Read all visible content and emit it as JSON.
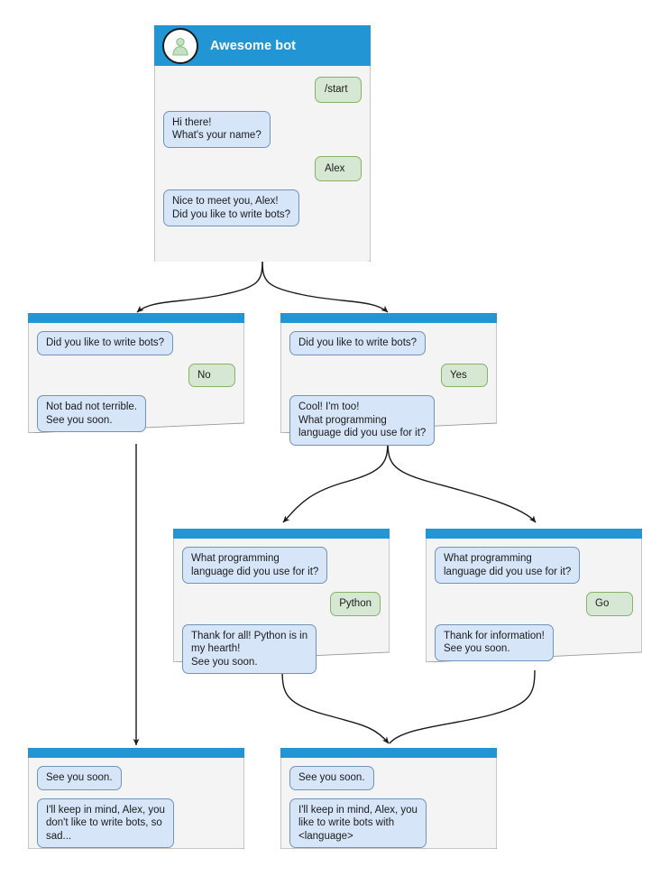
{
  "diagram": {
    "title": "Awesome bot chatbot conversation flow",
    "colors": {
      "header_blue": "#2296d5",
      "bot_bubble_bg": "#d6e5f8",
      "bot_bubble_border": "#7093b8",
      "user_bubble_bg": "#d6e8d4",
      "user_bubble_border": "#84b366",
      "card_bg": "#f4f4f4",
      "card_border": "#999999",
      "edge": "#1a1a1a"
    }
  },
  "nodes": {
    "root": {
      "header_title": "Awesome bot",
      "avatar_icon": "person-avatar-icon",
      "messages": [
        {
          "side": "user",
          "text": "/start"
        },
        {
          "side": "bot",
          "text": "Hi there!\nWhat's your name?"
        },
        {
          "side": "user",
          "text": "Alex"
        },
        {
          "side": "bot",
          "text": "Nice to meet you, Alex!\nDid you like to write bots?"
        }
      ]
    },
    "no_branch": {
      "messages": [
        {
          "side": "bot",
          "text": "Did you like to write bots?"
        },
        {
          "side": "user",
          "text": "No"
        },
        {
          "side": "bot",
          "text": "Not bad not terrible.\nSee you soon."
        }
      ]
    },
    "yes_branch": {
      "messages": [
        {
          "side": "bot",
          "text": "Did you like to write bots?"
        },
        {
          "side": "user",
          "text": "Yes"
        },
        {
          "side": "bot",
          "text": "Cool! I'm too!\nWhat programming\nlanguage did you use for it?"
        }
      ]
    },
    "python_branch": {
      "messages": [
        {
          "side": "bot",
          "text": "What programming\nlanguage did you use for it?"
        },
        {
          "side": "user",
          "text": "Python"
        },
        {
          "side": "bot",
          "text": "Thank for all! Python is in\nmy hearth!\nSee you soon."
        }
      ]
    },
    "go_branch": {
      "messages": [
        {
          "side": "bot",
          "text": "What programming\nlanguage did you use for it?"
        },
        {
          "side": "user",
          "text": "Go"
        },
        {
          "side": "bot",
          "text": "Thank for information!\nSee you soon."
        }
      ]
    },
    "end_sad": {
      "messages": [
        {
          "side": "bot",
          "text": "See you soon."
        },
        {
          "side": "bot",
          "text": "I'll keep in mind, Alex, you\ndon't like to write bots, so\nsad..."
        }
      ]
    },
    "end_happy": {
      "messages": [
        {
          "side": "bot",
          "text": "See you soon."
        },
        {
          "side": "bot",
          "text": "I'll keep in mind, Alex, you\nlike to write bots with\n<language>"
        }
      ]
    }
  }
}
